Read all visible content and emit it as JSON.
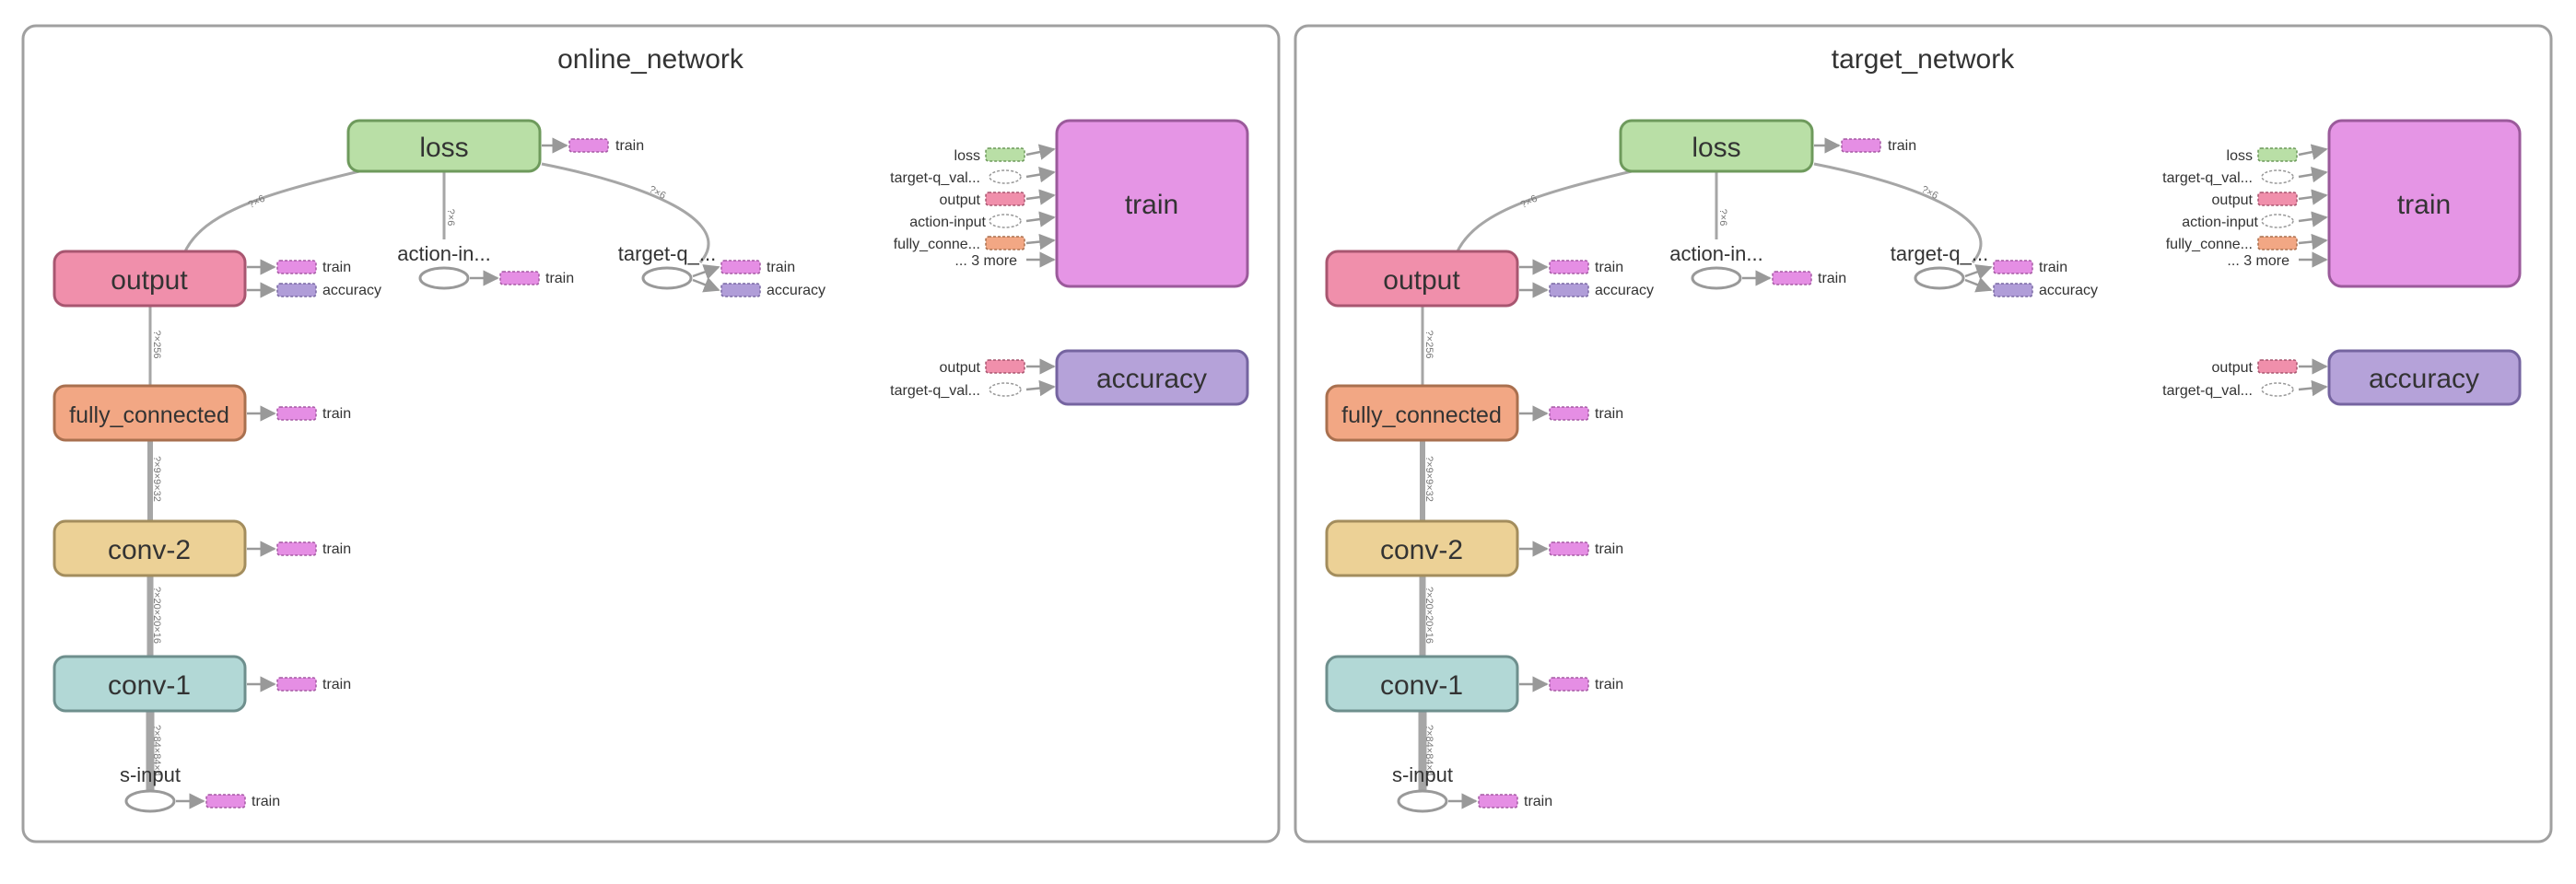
{
  "panels": [
    {
      "title": "online_network",
      "nodes": {
        "loss": "loss",
        "output": "output",
        "fully_connected": "fully_connected",
        "conv2": "conv-2",
        "conv1": "conv-1",
        "action_input": "action-in...",
        "target_q": "target-q_...",
        "s_input": "s-input",
        "train": "train",
        "accuracy": "accuracy"
      },
      "edge_labels": {
        "output_loss": "?×6",
        "action_loss": "?×6",
        "target_loss": "?×6",
        "fc_output": "?×256",
        "conv2_fc": "?×9×9×32",
        "conv1_conv2": "?×20×20×16",
        "input_conv1": "?×84×84×4"
      },
      "aux": {
        "train": "train",
        "accuracy": "accuracy"
      },
      "train_inputs": [
        "loss",
        "target-q_val...",
        "output",
        "action-input",
        "fully_conne...",
        "... 3 more"
      ],
      "accuracy_inputs": [
        "output",
        "target-q_val..."
      ]
    },
    {
      "title": "target_network",
      "nodes": {
        "loss": "loss",
        "output": "output",
        "fully_connected": "fully_connected",
        "conv2": "conv-2",
        "conv1": "conv-1",
        "action_input": "action-in...",
        "target_q": "target-q_...",
        "s_input": "s-input",
        "train": "train",
        "accuracy": "accuracy"
      },
      "edge_labels": {
        "output_loss": "?×6",
        "action_loss": "?×6",
        "target_loss": "?×6",
        "fc_output": "?×256",
        "conv2_fc": "?×9×9×32",
        "conv1_conv2": "?×20×20×16",
        "input_conv1": "?×84×84×4"
      },
      "aux": {
        "train": "train",
        "accuracy": "accuracy"
      },
      "train_inputs": [
        "loss",
        "target-q_val...",
        "output",
        "action-input",
        "fully_conne...",
        "... 3 more"
      ],
      "accuracy_inputs": [
        "output",
        "target-q_val..."
      ]
    }
  ],
  "colors": {
    "loss": "#b9dfa6",
    "output": "#f08fab",
    "fully_connected": "#f2a784",
    "conv2": "#ecd196",
    "conv1": "#b2d8d6",
    "train": "#e595e5",
    "accuracy": "#b5a2d9",
    "aux_train": "#e58ee4",
    "aux_accuracy": "#b09dd8",
    "edge": "#a6a6a6",
    "frame": "#a0a0a0"
  }
}
